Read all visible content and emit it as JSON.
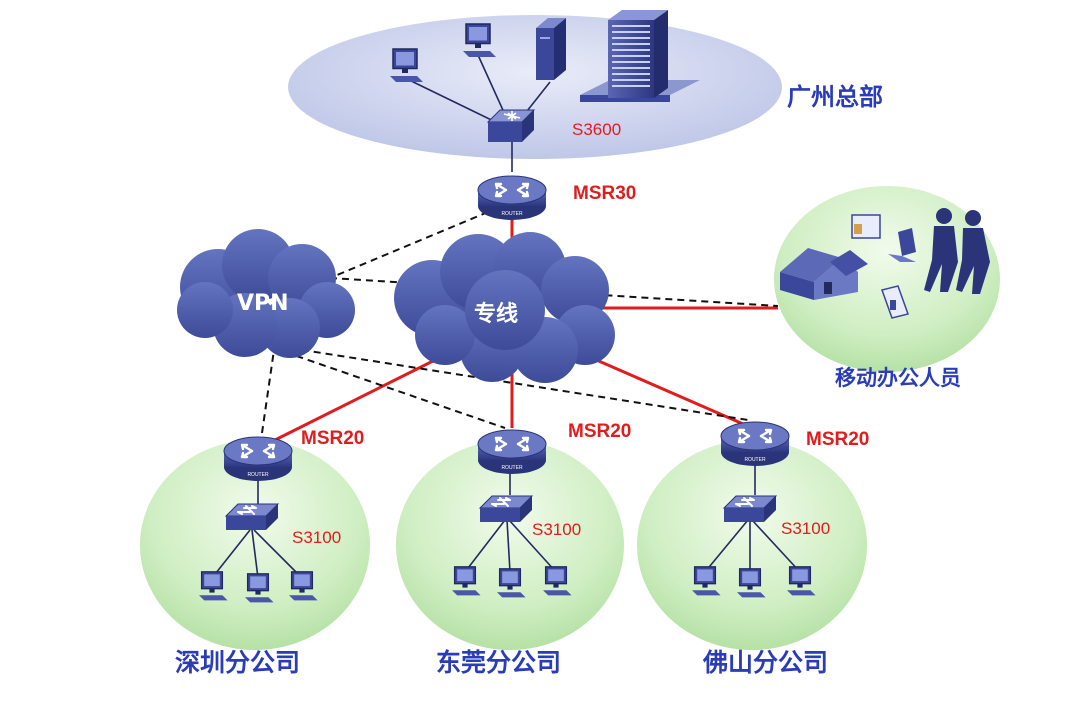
{
  "sites": {
    "hq": {
      "label": "广州总部",
      "switch": "S3600",
      "router": "MSR30"
    },
    "shenzhen": {
      "label": "深圳分公司",
      "router": "MSR20",
      "switch": "S3100"
    },
    "dongguan": {
      "label": "东莞分公司",
      "router": "MSR20",
      "switch": "S3100"
    },
    "foshan": {
      "label": "佛山分公司",
      "router": "MSR20",
      "switch": "S3100"
    },
    "mobile": {
      "label": "移动办公人员"
    }
  },
  "clouds": {
    "vpn": "VPN",
    "leased": "专线"
  },
  "device_caption": "ROUTER",
  "colors": {
    "leased_line": "#e01c1c",
    "vpn_line": "#111111",
    "site_green": "#cfeec2",
    "hq_blue": "#c9d0ec",
    "device_blue": "#3d4a9e",
    "cloud_blue": "#4a5aa6",
    "label_blue": "#2a3cb8",
    "label_red": "#e01c1c"
  }
}
